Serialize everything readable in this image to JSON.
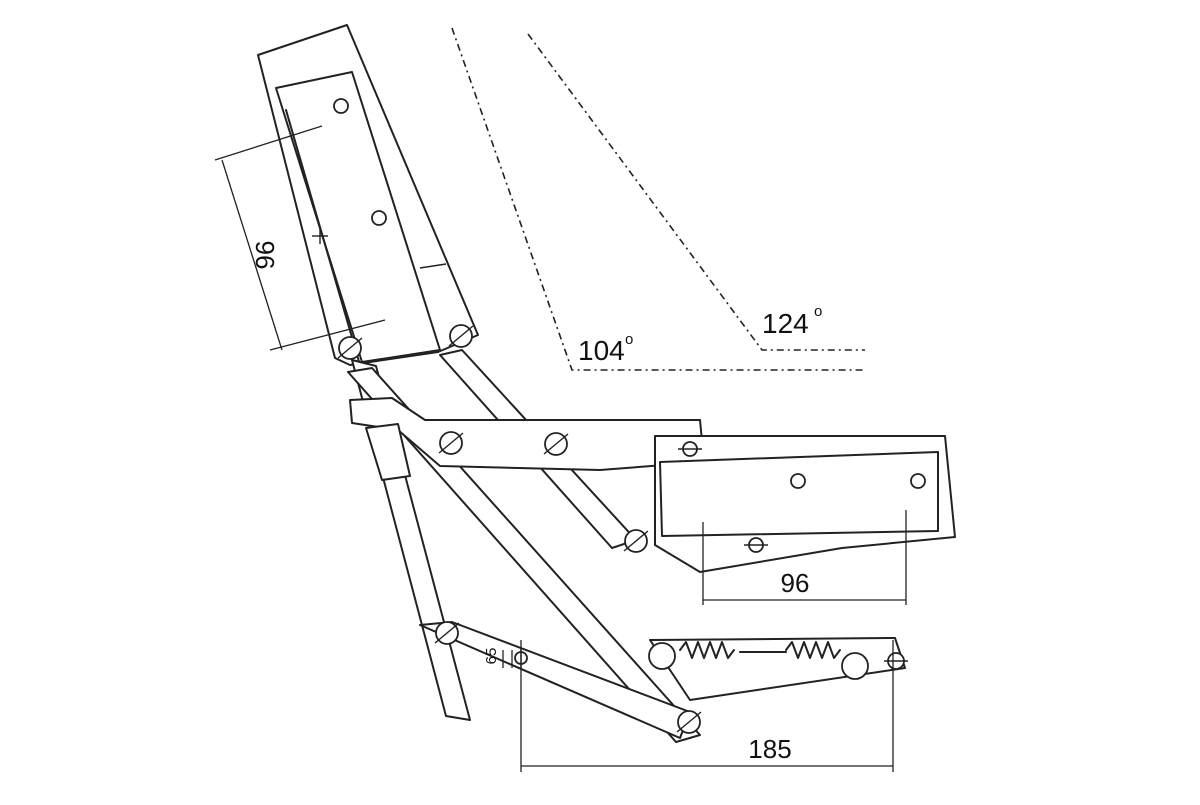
{
  "diagram": {
    "angles": {
      "inner": "104",
      "outer": "124",
      "degree_mark": "o"
    },
    "dimensions": {
      "back_hole_spacing": "96",
      "seat_hole_spacing": "96",
      "base_length": "185",
      "offset": "65"
    },
    "colors": {
      "line": "#222222",
      "background": "#ffffff"
    }
  }
}
